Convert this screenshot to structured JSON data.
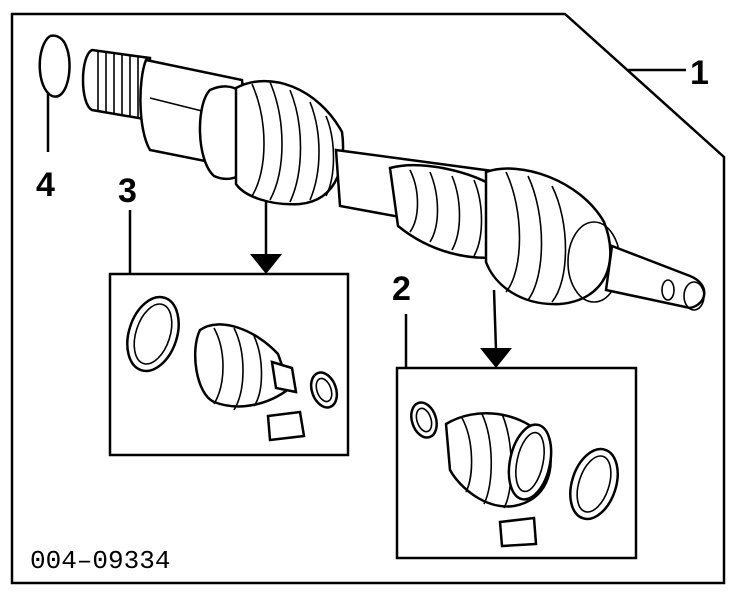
{
  "callouts": {
    "c1": "1",
    "c2": "2",
    "c3": "3",
    "c4": "4"
  },
  "part_number": "004–09334",
  "colors": {
    "line": "#000000",
    "background": "#ffffff"
  }
}
